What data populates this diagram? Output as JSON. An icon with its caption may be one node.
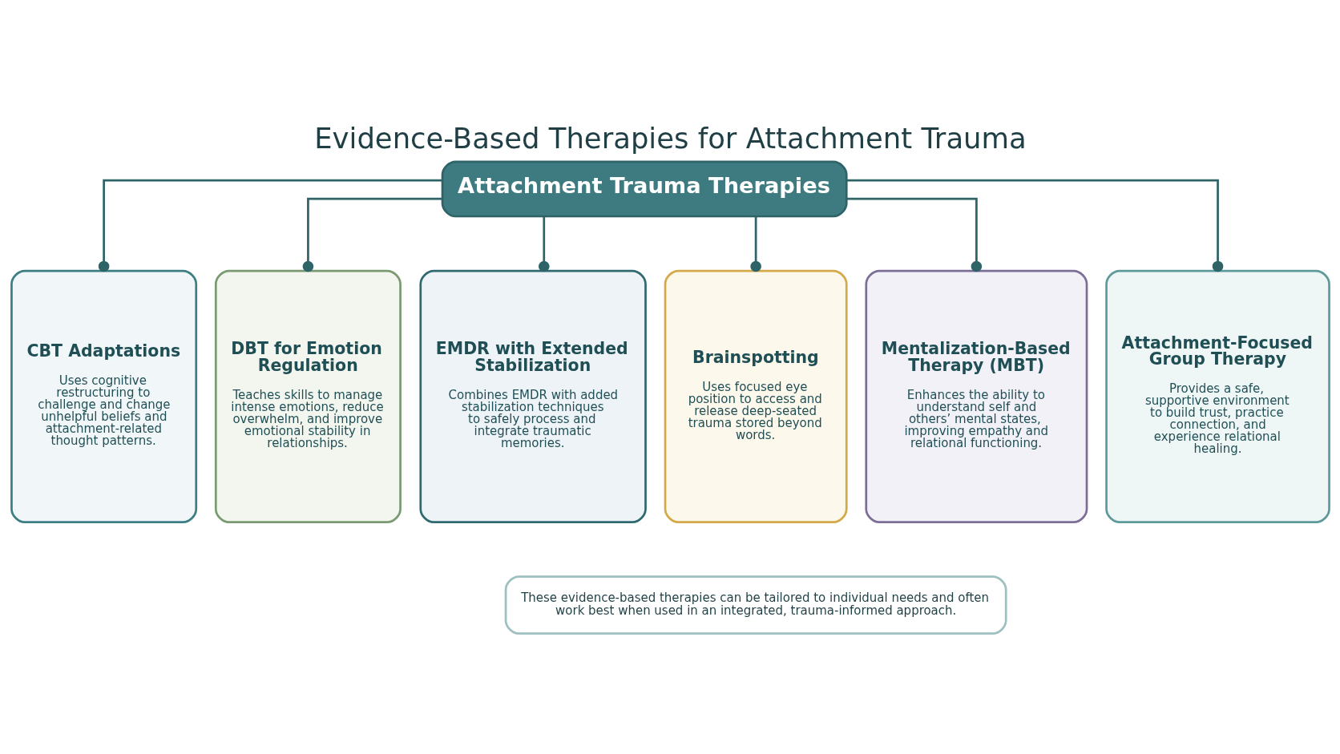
{
  "diagram": {
    "title": "Evidence-Based Therapies for Attachment Trauma",
    "nodes": [
      {
        "text": [
          "Attachment Trauma Therapies"
        ]
      },
      {
        "text": [
          "CBT Adaptations",
          "Uses cognitive restructuring to challenge and change unhelpful beliefs and attachment-related thought patterns."
        ]
      },
      {
        "text": [
          "DBT for Emotion Regulation",
          "Teaches skills to manage intense emotions, reduce overwhelm, and improve emotional stability in relationships."
        ]
      },
      {
        "text": [
          "EMDR with Extended Stabilization",
          "Combines EMDR with added stabilization techniques to safely process and integrate traumatic memories."
        ]
      },
      {
        "text": [
          "Brainspotting",
          "Uses focused eye position to access and release deep-seated trauma stored beyond words."
        ]
      },
      {
        "text": [
          "Mentalization-Based Therapy (MBT)",
          "Enhances the ability to understand self and others’ mental states, improving empathy and relational functioning."
        ]
      },
      {
        "text": [
          "Attachment-Focused Group Therapy",
          "Provides a safe, supportive environment to build trust, practice connection, and experience relational healing."
        ]
      },
      {
        "text": [
          "These evidence-based therapies can be tailored to individual needs and often work best when used in an integrated, trauma-informed approach."
        ]
      }
    ],
    "edges": [
      {
        "from": 0,
        "to": 1,
        "arrow": "other"
      },
      {
        "from": 0,
        "to": 2,
        "arrow": "other"
      },
      {
        "from": 0,
        "to": 3,
        "arrow": "other"
      },
      {
        "from": 0,
        "to": 4,
        "arrow": "other"
      },
      {
        "from": 0,
        "to": 5,
        "arrow": "other"
      },
      {
        "from": 0,
        "to": 6,
        "arrow": "other"
      }
    ]
  }
}
